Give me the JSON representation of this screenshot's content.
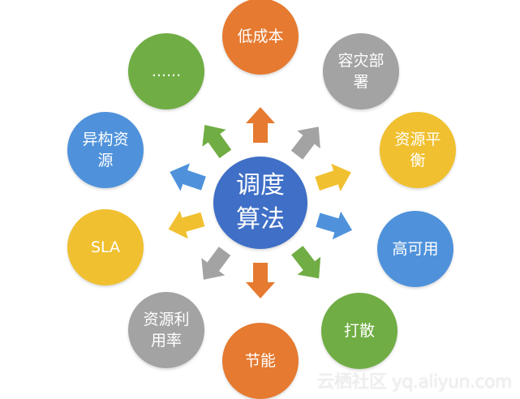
{
  "center": {
    "label": "调度算法",
    "color": "#3f6fc6"
  },
  "nodes": [
    {
      "label": "低成本",
      "color": "#e57a30"
    },
    {
      "label": "容灾部署",
      "color": "#a3a3a3"
    },
    {
      "label": "资源平衡",
      "color": "#f0c030"
    },
    {
      "label": "高可用",
      "color": "#4f92db"
    },
    {
      "label": "打散",
      "color": "#70ad44"
    },
    {
      "label": "节能",
      "color": "#e57a30"
    },
    {
      "label": "资源利用率",
      "color": "#a3a3a3"
    },
    {
      "label": "SLA",
      "color": "#f0c030"
    },
    {
      "label": "异构资源",
      "color": "#4f92db"
    },
    {
      "label": "......",
      "color": "#70ad44"
    }
  ],
  "watermark": "云栖社区 yq.aliyun.com"
}
